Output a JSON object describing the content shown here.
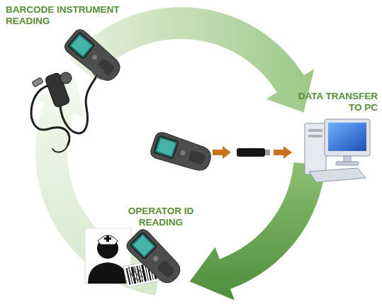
{
  "diagram": {
    "labels": [
      "BARCODE INSTRUMENT READING",
      "DATA TRANSFER TO PC",
      "OPERATOR ID READING"
    ]
  }
}
